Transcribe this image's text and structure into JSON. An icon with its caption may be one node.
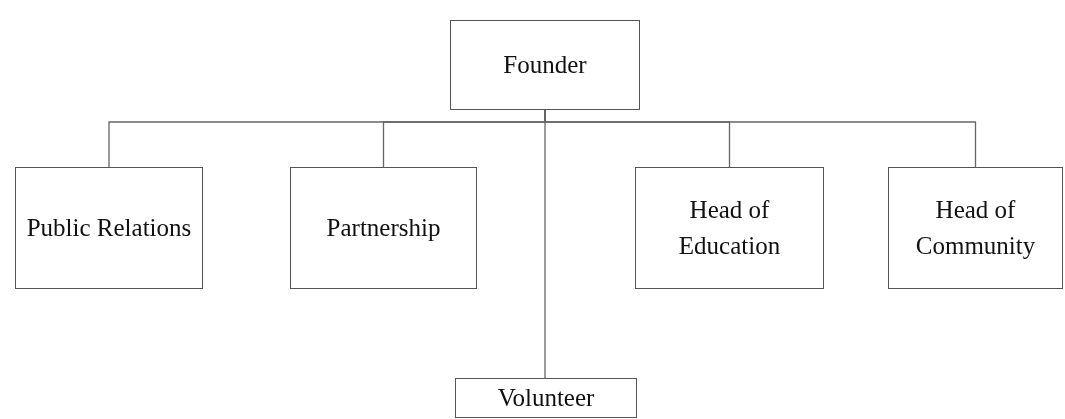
{
  "diagram": {
    "nodes": [
      {
        "text": [
          "Founder"
        ]
      },
      {
        "text": [
          "Public Relations"
        ]
      },
      {
        "text": [
          "Partnership"
        ]
      },
      {
        "text": [
          "Head of Education"
        ]
      },
      {
        "text": [
          "Head of Community"
        ]
      },
      {
        "text": [
          "Volunteer"
        ]
      }
    ],
    "edges": [
      {
        "from": 0,
        "to": 1,
        "arrow": "none"
      },
      {
        "from": 0,
        "to": 2,
        "arrow": "none"
      },
      {
        "from": 0,
        "to": 3,
        "arrow": "none"
      },
      {
        "from": 0,
        "to": 4,
        "arrow": "none"
      },
      {
        "from": 0,
        "to": 5,
        "arrow": "none"
      }
    ]
  }
}
